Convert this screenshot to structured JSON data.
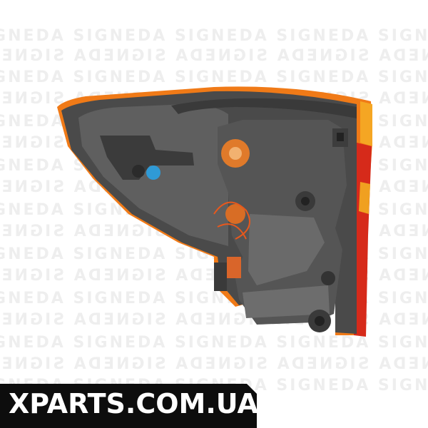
{
  "watermark": {
    "brand": "SIGNEDA",
    "repeat_text": "SIGNEDA  SIGNEDA  SIGNEDA  SIGNEDA  SIGNEDA"
  },
  "image": {
    "subject": "tail-light-lamp",
    "colors": {
      "housing_dark": "#3f3f3f",
      "housing_mid": "#5d5d5d",
      "lens_amber": "#f5a623",
      "lens_red": "#d62a1a",
      "edge_orange": "#f07a17",
      "bulb_orange": "#e07a2a",
      "blue_plug": "#2f9ad6",
      "wire_orange": "#e8581c"
    }
  },
  "banner": {
    "site": "XPARTS.COM.UA",
    "bg": "#0d0d0d",
    "text_color": "#ffffff"
  }
}
